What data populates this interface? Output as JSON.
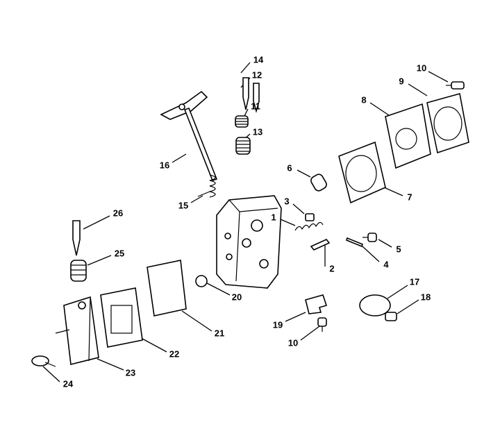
{
  "diagram": {
    "type": "exploded-parts-diagram",
    "callouts": [
      "14",
      "12",
      "11",
      "13",
      "10",
      "9",
      "8",
      "16",
      "6",
      "7",
      "15",
      "3",
      "26",
      "1",
      "5",
      "25",
      "4",
      "2",
      "17",
      "20",
      "18",
      "21",
      "19",
      "10",
      "22",
      "23",
      "24"
    ]
  }
}
